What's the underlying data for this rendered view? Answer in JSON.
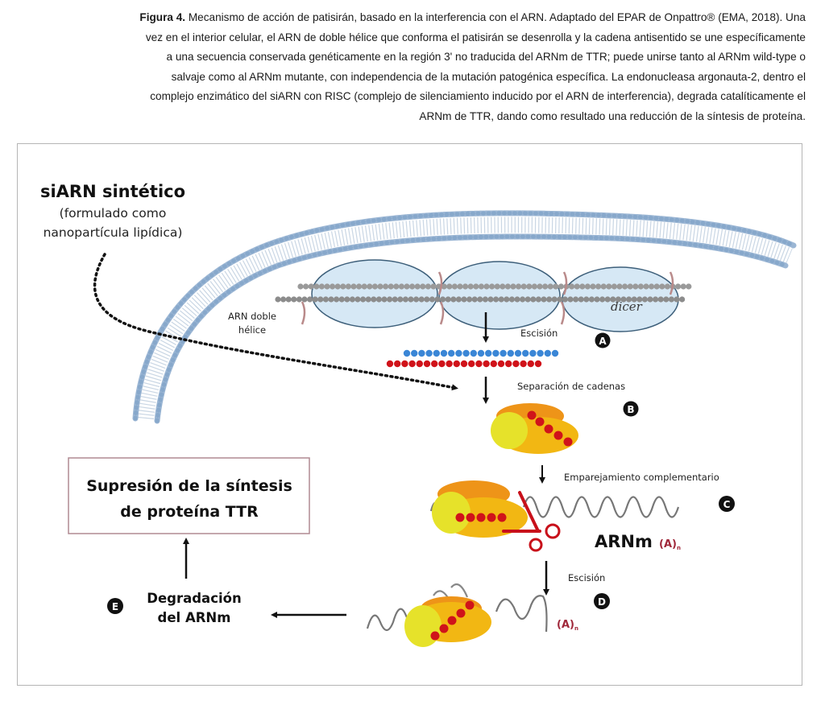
{
  "caption": {
    "label": "Figura 4.",
    "lines": [
      "Mecanismo de acción de patisirán, basado en la interferencia con el ARN. Adaptado del EPAR de Onpattro® (EMA, 2018). Una",
      "vez en el interior celular, el ARN de doble hélice que conforma el patisirán se desenrolla y la cadena antisentido se une específicamente",
      "a una secuencia conservada genéticamente en la región 3' no traducida del ARNm de TTR; puede unirse tanto al ARNm wild-type o",
      "salvaje como al ARNm mutante, con independencia de la mutación patogénica específica. La endonucleasa argonauta-2, dentro el",
      "complejo enzimático del siARN con RISC (complejo de silenciamiento inducido por el ARN de interferencia), degrada catalíticamente el",
      "ARNm de TTR, dando como resultado una reducción de la síntesis de proteína."
    ]
  },
  "diagram": {
    "sirna_title": "siARN sintético",
    "sirna_sub1": "(formulado como",
    "sirna_sub2": "nanopartícula lipídica)",
    "dsrna_label1": "ARN doble",
    "dsrna_label2": "hélice",
    "dicer_label": "dicer",
    "step_a_label": "Escisión",
    "step_b_label": "Separación de cadenas",
    "step_c_label": "Emparejamiento complementario",
    "step_d_label": "Escisión",
    "mrna_label": "ARNm",
    "polya_label": "(A)",
    "polya_sub": "n",
    "result_line1": "Supresión de la síntesis",
    "result_line2": "de proteína TTR",
    "degradation_line1": "Degradación",
    "degradation_line2": "del ARNm",
    "badges": [
      "A",
      "B",
      "C",
      "D",
      "E"
    ],
    "colors": {
      "membrane": "#7c9ec4",
      "dicer": "#cfe3f3",
      "sense_strand": "#3a86d6",
      "antisense_strand": "#d0131a",
      "risc_yellow": "#e6e22a",
      "risc_gold": "#f2b713",
      "risc_orange": "#ee9418",
      "scissors": "#c8101a",
      "polya": "#a0283a",
      "result_box_border": "#b08a92"
    }
  }
}
